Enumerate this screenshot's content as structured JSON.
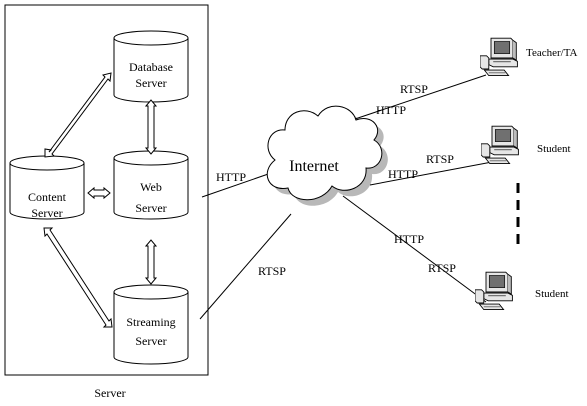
{
  "server_group": {
    "label": "Server"
  },
  "servers": {
    "database": {
      "line1": "Database",
      "line2": "Server"
    },
    "web": {
      "line1": "Web",
      "line2": "Server"
    },
    "content": {
      "line1": "Content",
      "line2": "Server"
    },
    "streaming": {
      "line1": "Streaming",
      "line2": "Server"
    }
  },
  "network": {
    "label": "Internet"
  },
  "clients": {
    "teacher": {
      "label": "Teacher/TA"
    },
    "student1": {
      "label": "Student"
    },
    "student2": {
      "label": "Student"
    }
  },
  "protocols": {
    "web_http": "HTTP",
    "streaming_rtsp": "RTSP",
    "teacher_http": "HTTP",
    "teacher_rtsp": "RTSP",
    "student1_http": "HTTP",
    "student1_rtsp": "RTSP",
    "student2_http": "HTTP",
    "student2_rtsp": "RTSP"
  },
  "colors": {
    "line": "#000000",
    "cloud_fill": "#ffffff",
    "cloud_shadow": "#b8b8b8",
    "computer_fill": "#e6e6e6",
    "screen_fill": "#707070"
  }
}
